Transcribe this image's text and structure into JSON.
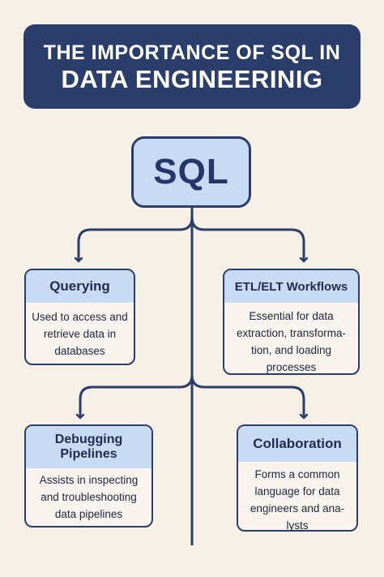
{
  "title": {
    "line1": "THE IMPORTANCE OF SQL IN",
    "line2": "DATA ENGINEERINIG"
  },
  "center": {
    "label": "SQL"
  },
  "cards": {
    "querying": {
      "title": "Querying",
      "body": "Used to access and retrieve data in databases"
    },
    "etl": {
      "title": "ETL/ELT Workflows",
      "body": "Essential for data extraction, transforma-tion, and loading processes"
    },
    "debugging": {
      "title": "Debugging Pipelines",
      "body": "Assists in inspecting and troubleshooting data pipelines"
    },
    "collaboration": {
      "title": "Collaboration",
      "body": "Forms a common language for data engineers and ana-lysts"
    }
  },
  "colors": {
    "background": "#f6f0e6",
    "navy": "#2a3d6b",
    "light_blue": "#c9dbf2"
  }
}
